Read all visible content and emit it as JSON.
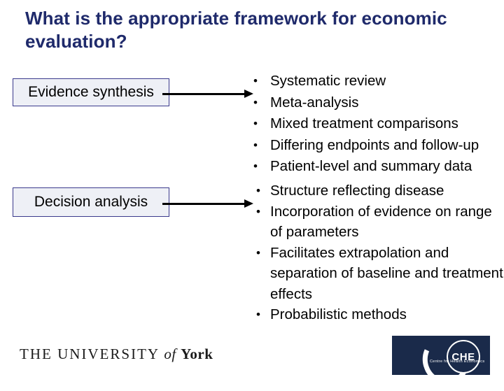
{
  "slide": {
    "title": "What is the appropriate framework for economic evaluation?",
    "boxes": [
      {
        "label": "Evidence synthesis"
      },
      {
        "label": "Decision analysis"
      }
    ],
    "bullets_top": [
      "Systematic review",
      "Meta-analysis",
      "Mixed treatment comparisons",
      "Differing endpoints and follow-up",
      "Patient-level and summary data"
    ],
    "bullets_bottom": [
      {
        "text": "Structure reflecting disease",
        "continuation": ""
      },
      {
        "text": "Incorporation of evidence on range",
        "continuation": "of parameters"
      },
      {
        "text": "Facilitates extrapolation and",
        "continuation": "separation of baseline and treatment"
      },
      {
        "text": "effects",
        "continuation": ""
      },
      {
        "text": "Probabilistic methods",
        "continuation": ""
      }
    ],
    "bullet_marker": "•",
    "footer": {
      "university_the": "THE UNIVERSITY",
      "university_of": "of",
      "university_york": "York",
      "che_title": "CHE",
      "che_subtitle": "Centre for Health Economics"
    },
    "colors": {
      "title": "#1f2a6b",
      "box_border": "#3a3a8c",
      "box_fill": "#eef0f6",
      "logo_navy": "#1a2a4a"
    }
  }
}
